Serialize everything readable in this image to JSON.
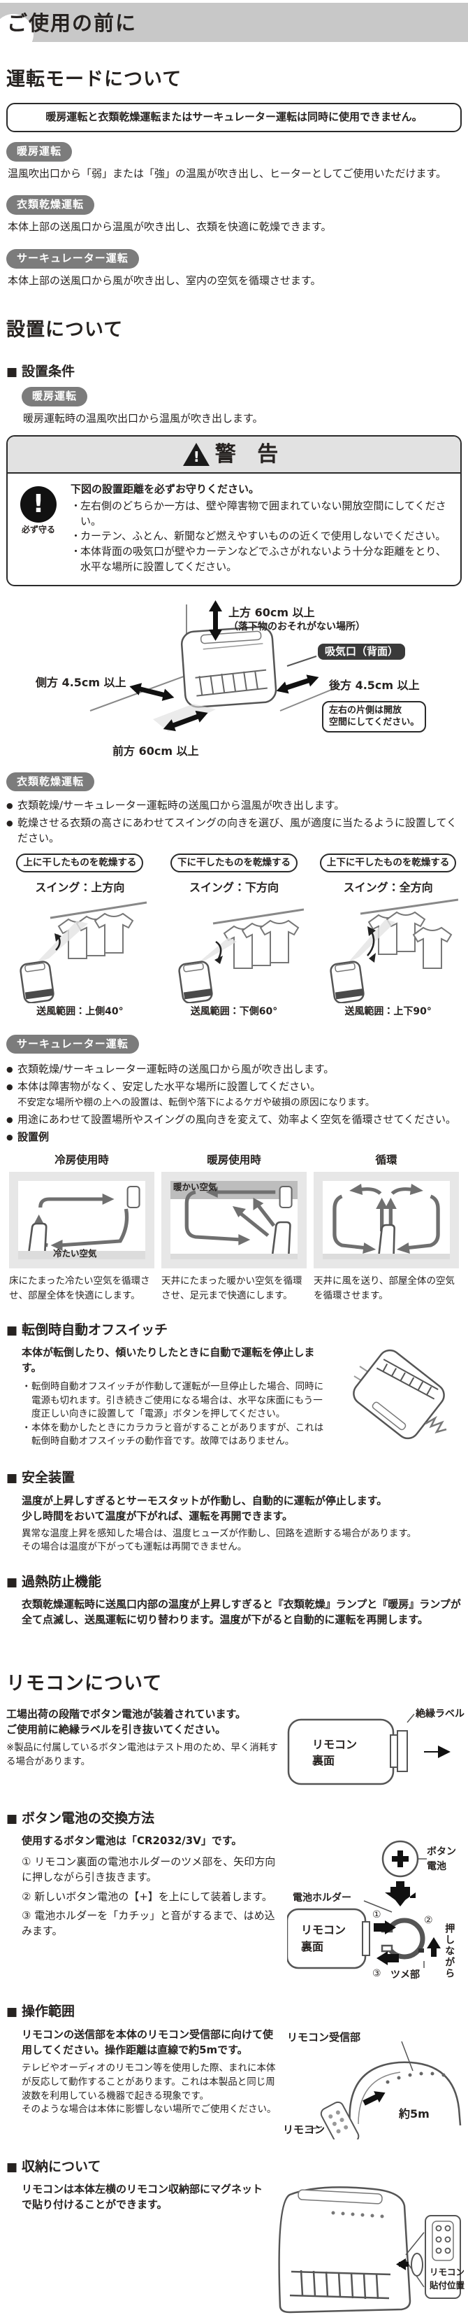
{
  "page": {
    "title": "ご使用の前に"
  },
  "operation_modes": {
    "heading": "運転モードについて",
    "note": "暖房運転と衣類乾燥運転またはサーキュレーター運転は同時に使用できません。",
    "modes": [
      {
        "label": "暖房運転",
        "desc": "温風吹出口から「弱」または「強」の温風が吹き出し、ヒーターとしてご使用いただけます。"
      },
      {
        "label": "衣類乾燥運転",
        "desc": "本体上部の送風口から温風が吹き出し、衣類を快適に乾燥できます。"
      },
      {
        "label": "サーキュレーター運転",
        "desc": "本体上部の送風口から風が吹き出し、室内の空気を循環させます。"
      }
    ]
  },
  "installation": {
    "heading": "設置について",
    "conditions_title": "設置条件",
    "heating": {
      "label": "暖房運転",
      "desc": "暖房運転時の温風吹出口から温風が吹き出します。",
      "warning": {
        "title": "警 告",
        "icon_caption": "必ず守る",
        "lead": "下図の設置距離を必ずお守りください。",
        "items": [
          "左右側のどちらか一方は、壁や障害物で囲まれていない開放空間にしてください。",
          "カーテン、ふとん、新聞など燃えやすいものの近くで使用しないでください。",
          "本体背面の吸気口が壁やカーテンなどでふさがれないよう十分な距離をとり、水平な場所に設置してください。"
        ]
      },
      "clearance": {
        "top": "上方 60cm 以上",
        "top_note": "（落下物のおそれがない場所）",
        "side": "側方 4.5cm 以上",
        "intake": "吸気口（背面）",
        "rear": "後方 4.5cm 以上",
        "open_note1": "左右の片側は開放",
        "open_note2": "空間にしてください。",
        "front": "前方 60cm 以上"
      }
    },
    "drying": {
      "label": "衣類乾燥運転",
      "bullets": [
        "衣類乾燥/サーキュレーター運転時の送風口から温風が吹き出します。",
        "乾燥させる衣類の高さにあわせてスイングの向きを選び、風が適度に当たるように設置してください。"
      ],
      "swing_options": [
        {
          "tag": "上に干したものを乾燥する",
          "title": "スイング：上方向",
          "range": "送風範囲：上側40°"
        },
        {
          "tag": "下に干したものを乾燥する",
          "title": "スイング：下方向",
          "range": "送風範囲：下側60°"
        },
        {
          "tag": "上下に干したものを乾燥する",
          "title": "スイング：全方向",
          "range": "送風範囲：上下90°"
        }
      ]
    },
    "circulator": {
      "label": "サーキュレーター運転",
      "bullet1": "衣類乾燥/サーキュレーター運転時の送風口から風が吹き出します。",
      "bullet2": "本体は障害物がなく、安定した水平な場所に設置してください。",
      "bullet2_note": "不安定な場所や棚の上への設置は、転倒や落下によるケガや破損の原因になります。",
      "bullet3": "用途にあわせて設置場所やスイングの風向きを変えて、効率よく空気を循環させてください。",
      "examples_title": "設置例",
      "examples": [
        {
          "title": "冷房使用時",
          "air_label": "冷たい空気",
          "caption": "床にたまった冷たい空気を循環させ、部屋全体を快適にします。"
        },
        {
          "title": "暖房使用時",
          "air_label": "暖かい空気",
          "caption": "天井にたまった暖かい空気を循環させ、足元まで快適にします。"
        },
        {
          "title": "循環",
          "air_label": "",
          "caption": "天井に風を送り、部屋全体の空気を循環させます。"
        }
      ]
    },
    "tipover": {
      "title": "転倒時自動オフスイッチ",
      "lead": "本体が転倒したり、傾いたりしたときに自動で運転を停止します。",
      "bullets": [
        "転倒時自動オフスイッチが作動して運転が一旦停止した場合、同時に電源も切れます。引き続きご使用になる場合は、水平な床面にもう一度正しい向きに設置して「電源」ボタンを押してください。",
        "本体を動かしたときにカラカラと音がすることがありますが、これは転倒時自動オフスイッチの動作音です。故障ではありません。"
      ]
    },
    "safety": {
      "title": "安全装置",
      "lead1": "温度が上昇しすぎるとサーモスタットが作動し、自動的に運転が停止します。",
      "lead2": "少し時間をおいて温度が下がれば、運転を再開できます。",
      "note1": "異常な温度上昇を感知した場合は、温度ヒューズが作動し、回路を遮断する場合があります。",
      "note2": "その場合は温度が下がっても運転は再開できません。"
    },
    "overheat": {
      "title": "過熱防止機能",
      "body": "衣類乾燥運転時に送風口内部の温度が上昇しすぎると『衣類乾燥』ランプと『暖房』ランプが全て点滅し、送風運転に切り替わります。温度が下がると自動的に運転を再開します。"
    }
  },
  "remote": {
    "heading": "リモコンについて",
    "intro1": "工場出荷の段階でボタン電池が装着されています。",
    "intro2": "ご使用前に絶縁ラベルを引き抜いてください。",
    "note": "※製品に付属しているボタン電池はテスト用のため、早く消耗する場合があります。",
    "back_fig": {
      "insulation": "絶縁ラベル",
      "remote_back1": "リモコン",
      "remote_back2": "裏面"
    },
    "battery": {
      "title": "ボタン電池の交換方法",
      "type_line": "使用するボタン電池は「CR2032/3V」です。",
      "steps": [
        "① リモコン裏面の電池ホルダーのツメ部を、矢印方向に押しながら引き抜きます。",
        "② 新しいボタン電池の【+】を上にして装着します。",
        "③ 電池ホルダーを「カチッ」と音がするまで、はめ込みます。"
      ],
      "fig": {
        "battery1": "ボタン",
        "battery2": "電池",
        "holder": "電池ホルダー",
        "remote_back1": "リモコン",
        "remote_back2": "裏面",
        "claw": "ツメ部",
        "pressing": "押しながら",
        "n1": "①",
        "n2": "②",
        "n3": "③"
      }
    },
    "range": {
      "title": "操作範囲",
      "lead": "リモコンの送信部を本体のリモコン受信部に向けて使用してください。操作距離は直線で約5mです。",
      "note1": "テレビやオーディオのリモコン等を使用した際、まれに本体が反応して動作することがあります。これは本製品と同じ周波数を利用している機器で起きる現象です。",
      "note2": "そのような場合は本体に影響しない場所でご使用ください。",
      "fig": {
        "receiver": "リモコン受信部",
        "distance": "約5m",
        "remote": "リモコン"
      }
    },
    "storage": {
      "title": "収納について",
      "body": "リモコンは本体左横のリモコン収納部にマグネットで貼り付けることができます。",
      "fig": {
        "position1": "リモコン",
        "position2": "貼付位置"
      }
    }
  }
}
